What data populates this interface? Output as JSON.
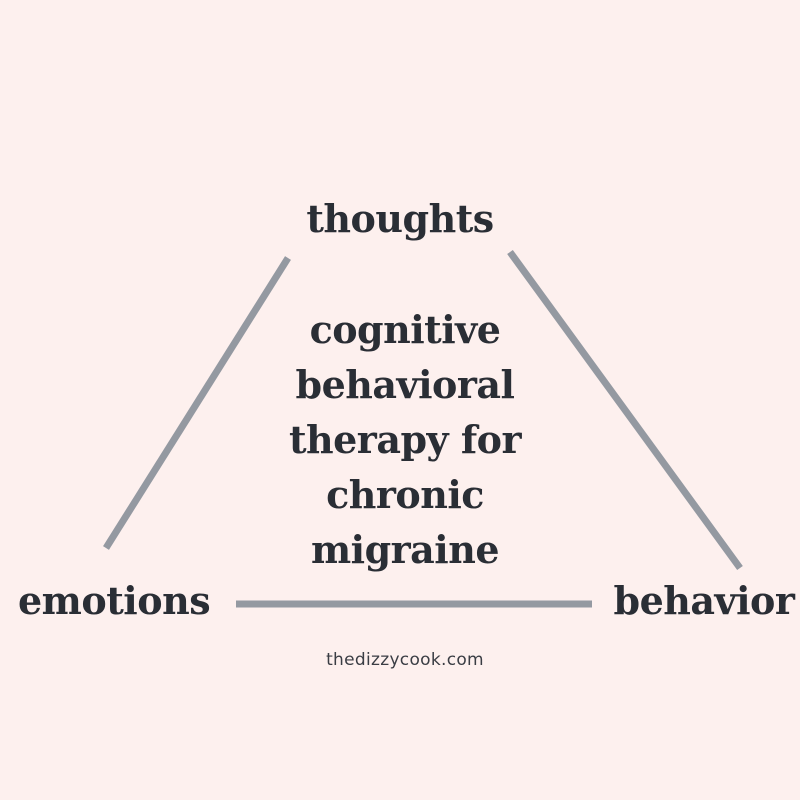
{
  "diagram": {
    "nodes": {
      "top": "thoughts",
      "left": "emotions",
      "right": "behavior"
    },
    "center_title_lines": [
      "cognitive",
      "behavioral",
      "therapy for",
      "chronic",
      "migraine"
    ],
    "footer": "thedizzycook.com"
  },
  "colors": {
    "background": "#fdf0ee",
    "text": "#2a2e35",
    "edge": "#9499a1"
  }
}
